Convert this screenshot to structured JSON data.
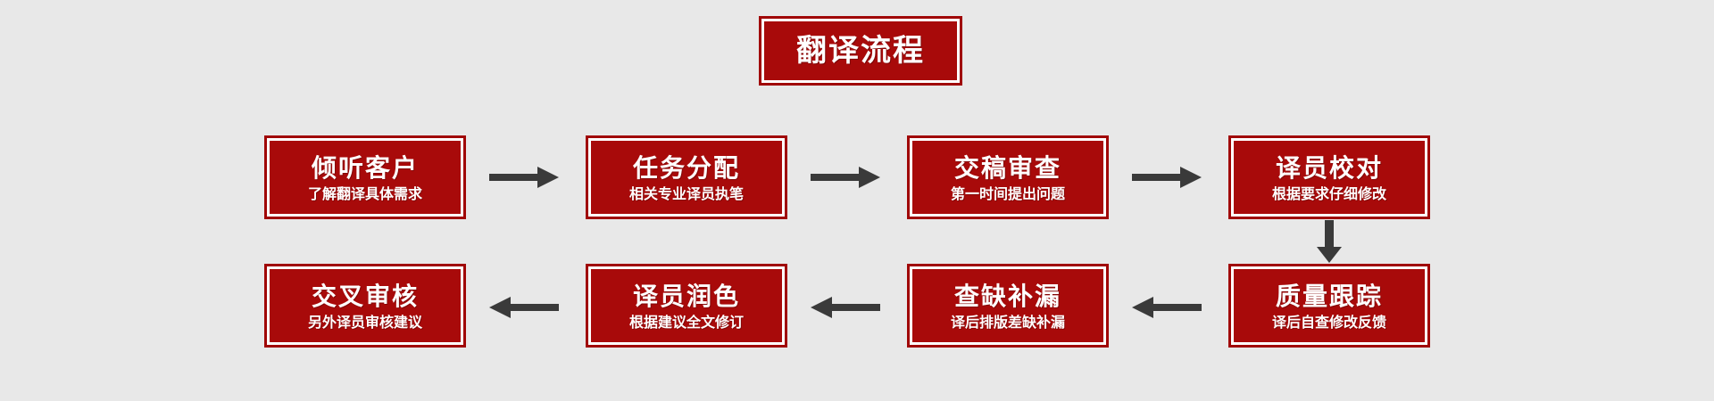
{
  "diagram": {
    "title": "翻译流程",
    "background_color": "#e8e8e8",
    "box_fill_color": "#a80a0a",
    "box_border_color": "#a00606",
    "box_inner_border_color": "#ffffff",
    "text_color": "#ffffff",
    "arrow_color": "#3a3a3a",
    "steps": [
      {
        "index": 1,
        "title": "倾听客户",
        "subtitle": "了解翻译具体需求",
        "row": 1,
        "column": 1
      },
      {
        "index": 2,
        "title": "任务分配",
        "subtitle": "相关专业译员执笔",
        "row": 1,
        "column": 2
      },
      {
        "index": 3,
        "title": "交稿审查",
        "subtitle": "第一时间提出问题",
        "row": 1,
        "column": 3
      },
      {
        "index": 4,
        "title": "译员校对",
        "subtitle": "根据要求仔细修改",
        "row": 1,
        "column": 4
      },
      {
        "index": 5,
        "title": "质量跟踪",
        "subtitle": "译后自查修改反馈",
        "row": 2,
        "column": 4
      },
      {
        "index": 6,
        "title": "查缺补漏",
        "subtitle": "译后排版差缺补漏",
        "row": 2,
        "column": 3
      },
      {
        "index": 7,
        "title": "译员润色",
        "subtitle": "根据建议全文修订",
        "row": 2,
        "column": 2
      },
      {
        "index": 8,
        "title": "交叉审核",
        "subtitle": "另外译员审核建议",
        "row": 2,
        "column": 1
      }
    ],
    "connectors": [
      {
        "id": "c1",
        "from": 1,
        "to": 2,
        "direction": "right"
      },
      {
        "id": "c2",
        "from": 2,
        "to": 3,
        "direction": "right"
      },
      {
        "id": "c3",
        "from": 3,
        "to": 4,
        "direction": "right"
      },
      {
        "id": "c4",
        "from": 4,
        "to": 5,
        "direction": "down"
      },
      {
        "id": "c5",
        "from": 5,
        "to": 6,
        "direction": "left"
      },
      {
        "id": "c6",
        "from": 6,
        "to": 7,
        "direction": "left"
      },
      {
        "id": "c7",
        "from": 7,
        "to": 8,
        "direction": "left"
      }
    ]
  }
}
